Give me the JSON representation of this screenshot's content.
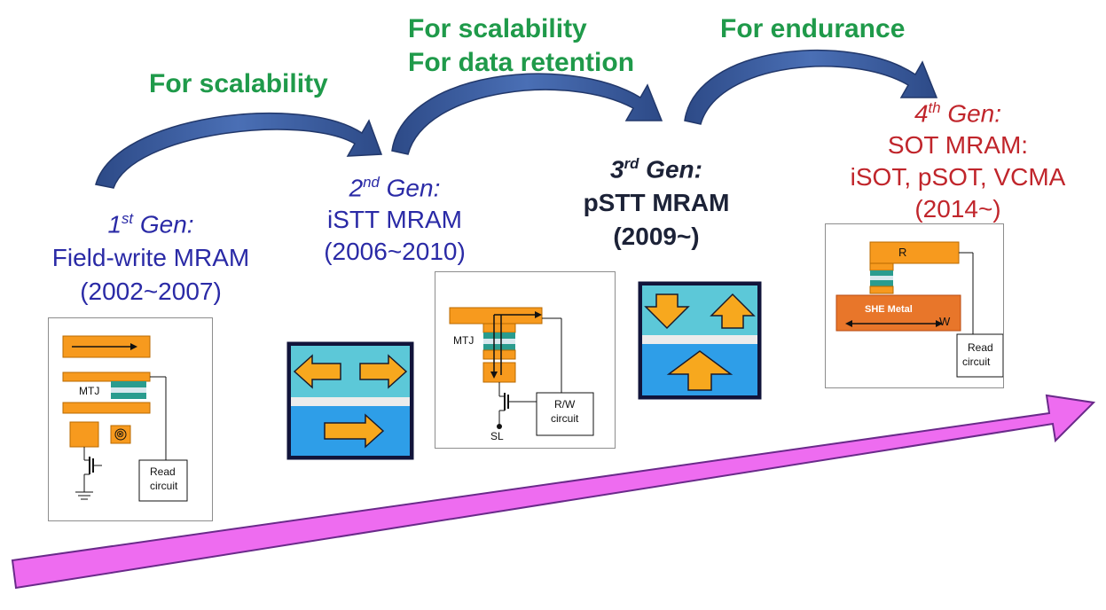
{
  "purpose_labels": {
    "gen1_to_gen2": "For scalability",
    "gen2_to_gen3_line1": "For scalability",
    "gen2_to_gen3_line2": "For data retention",
    "gen3_to_gen4": "For endurance"
  },
  "generations": [
    {
      "ordinal_num": "1",
      "ordinal_suffix": "st",
      "gen_word": "Gen:",
      "name": "Field-write MRAM",
      "years": "(2002~2007)"
    },
    {
      "ordinal_num": "2",
      "ordinal_suffix": "nd",
      "gen_word": "Gen:",
      "name": "iSTT MRAM",
      "years": "(2006~2010)"
    },
    {
      "ordinal_num": "3",
      "ordinal_suffix": "rd",
      "gen_word": "Gen:",
      "name": "pSTT MRAM",
      "years": "(2009~)"
    },
    {
      "ordinal_num": "4",
      "ordinal_suffix": "th",
      "gen_word": "Gen:",
      "name_line1": "SOT MRAM:",
      "name_line2": "iSOT, pSOT, VCMA",
      "years": "(2014~)"
    }
  ],
  "diagram_labels": {
    "gen1_mtj": "MTJ",
    "gen1_read_1": "Read",
    "gen1_read_2": "circuit",
    "gen1_field_symbol": "⊗",
    "gen2_mtj": "MTJ",
    "gen2_rw_1": "R/W",
    "gen2_rw_2": "circuit",
    "gen2_sl": "SL",
    "gen4_r": "R",
    "gen4_she": "SHE Metal",
    "gen4_w": "W",
    "gen4_read_1": "Read",
    "gen4_read_2": "circuit"
  },
  "colors": {
    "purpose_green": "#1f9a4a",
    "gen_blue": "#2a2aa6",
    "gen_dark": "#1c2237",
    "gen_red": "#c0252b",
    "arc_arrow": "#2e4f8f",
    "timeline_arrow": "#ee6cf0",
    "layer_orange": "#f79a1e",
    "layer_teal": "#2a9c8e",
    "cell_cyan": "#5cc8d8",
    "cell_blue": "#2e9ee8",
    "cell_arrow": "#f7a81e"
  }
}
